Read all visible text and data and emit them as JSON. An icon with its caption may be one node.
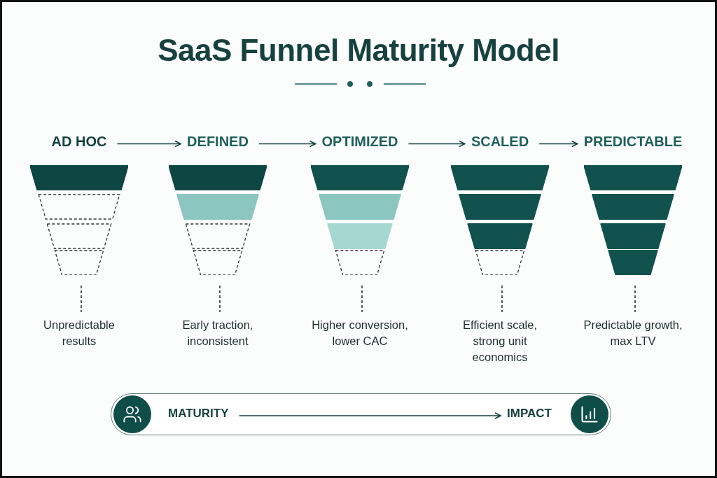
{
  "diagram": {
    "title": "SaaS Funnel Maturity Model",
    "nodes": [
      {
        "text": [
          "AD HOC"
        ]
      },
      {
        "text": [
          "DEFINED"
        ]
      },
      {
        "text": [
          "OPTIMIZED"
        ]
      },
      {
        "text": [
          "SCALED"
        ]
      },
      {
        "text": [
          "PREDICTABLE"
        ]
      },
      {
        "text": [],
        "shape": "funnel"
      },
      {
        "text": [],
        "shape": "funnel"
      },
      {
        "text": [],
        "shape": "funnel"
      },
      {
        "text": [],
        "shape": "funnel"
      },
      {
        "text": [],
        "shape": "funnel"
      },
      {
        "text": [
          "Unpredictable results"
        ]
      },
      {
        "text": [
          "Early traction, inconsistent"
        ]
      },
      {
        "text": [
          "Higher conversion, lower CAC"
        ]
      },
      {
        "text": [
          "Efficient scale, strong unit economics"
        ]
      },
      {
        "text": [
          "Predictable growth, max LTV"
        ]
      },
      {
        "text": [
          "MATURITY"
        ]
      },
      {
        "text": [
          "IMPACT"
        ]
      }
    ],
    "edges": [
      {
        "from": 0,
        "to": 1,
        "arrow": "to"
      },
      {
        "from": 1,
        "to": 2,
        "arrow": "to"
      },
      {
        "from": 2,
        "to": 3,
        "arrow": "to"
      },
      {
        "from": 3,
        "to": 4,
        "arrow": "to"
      },
      {
        "from": 5,
        "to": 10,
        "arrow": "none",
        "style": "dashed"
      },
      {
        "from": 6,
        "to": 11,
        "arrow": "none",
        "style": "dashed"
      },
      {
        "from": 7,
        "to": 12,
        "arrow": "none",
        "style": "dashed"
      },
      {
        "from": 8,
        "to": 13,
        "arrow": "none",
        "style": "dashed"
      },
      {
        "from": 9,
        "to": 14,
        "arrow": "none",
        "style": "dashed"
      },
      {
        "from": 15,
        "to": 16,
        "arrow": "to"
      }
    ]
  }
}
